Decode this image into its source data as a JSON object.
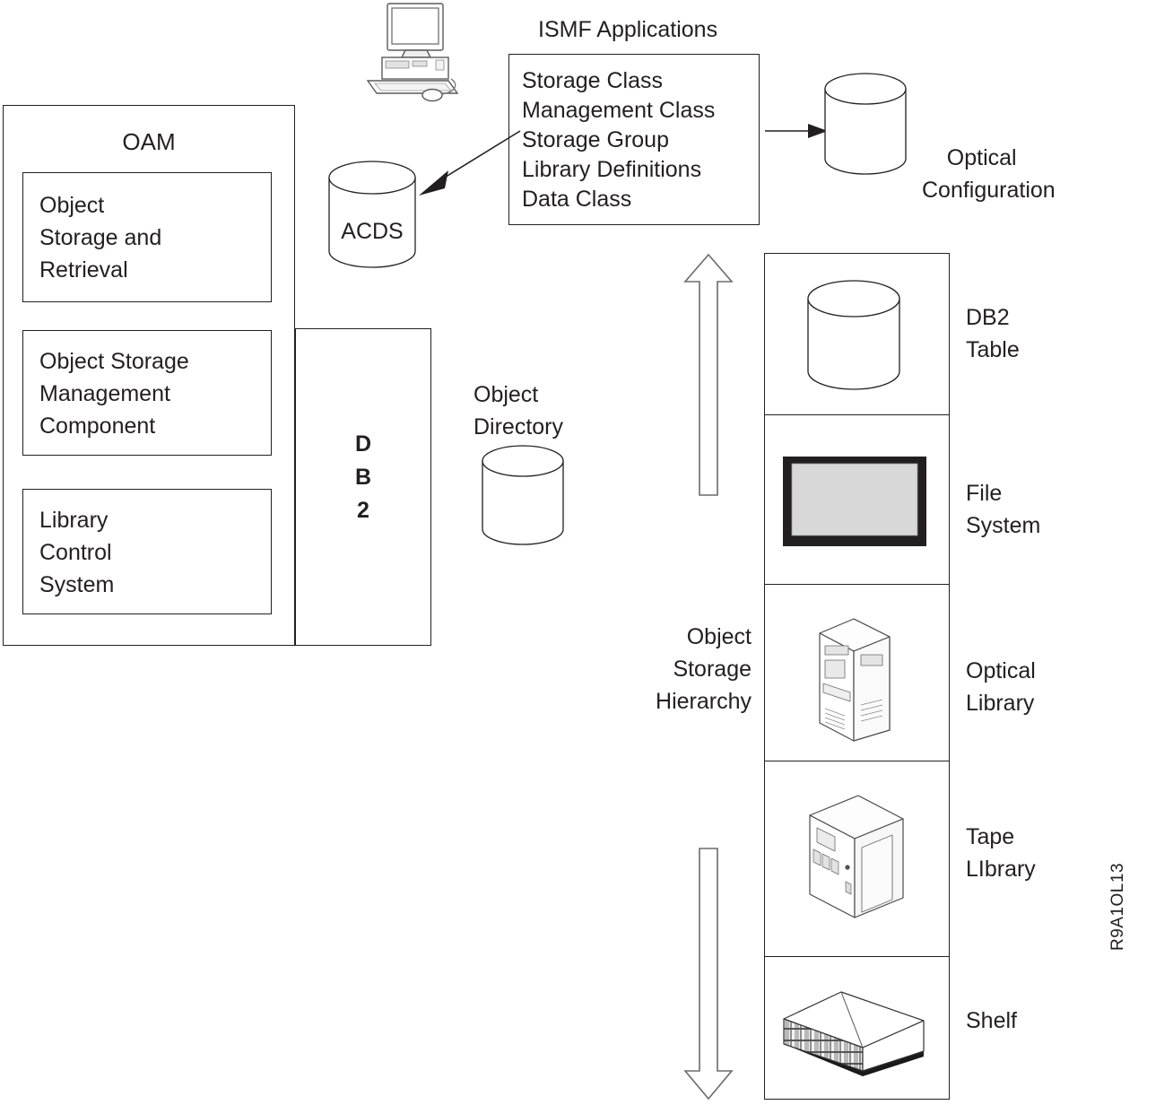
{
  "diagram": {
    "figure_code": "R9A1OL13",
    "headings": {
      "ismf_applications": "ISMF Applications",
      "oam": "OAM"
    },
    "oam_components": [
      {
        "label": "Object\nStorage and\nRetrieval",
        "name": "object-storage-and-retrieval"
      },
      {
        "label": "Object Storage\nManagement\nComponent",
        "name": "object-storage-management-component"
      },
      {
        "label": "Library\nControl\nSystem",
        "name": "library-control-system"
      }
    ],
    "db2_box_label": "D\nB\n2",
    "ismf_list": [
      "Storage Class",
      "Management Class",
      "Storage Group",
      "Library Definitions",
      "Data Class"
    ],
    "cylinders": {
      "acds": "ACDS",
      "optical_configuration": "Optical\nConfiguration",
      "object_directory": "Object\nDirectory"
    },
    "hierarchy": {
      "caption": "Object\nStorage\nHierarchy",
      "levels": [
        {
          "label": "DB2\nTable",
          "icon": "database-cylinder-icon",
          "name": "db2-table"
        },
        {
          "label": "File\nSystem",
          "icon": "file-system-slab-icon",
          "name": "file-system"
        },
        {
          "label": "Optical\nLibrary",
          "icon": "optical-library-icon",
          "name": "optical-library"
        },
        {
          "label": "Tape\nLIbrary",
          "icon": "tape-library-icon",
          "name": "tape-library"
        },
        {
          "label": "Shelf",
          "icon": "shelf-icon",
          "name": "shelf"
        }
      ]
    },
    "icons": {
      "workstation": "workstation-computer-icon",
      "arrow_up": "arrow-up-outline-icon",
      "arrow_down": "arrow-down-outline-icon",
      "arrow_to_acds": "arrow-to-acds-icon",
      "arrow_to_optical_config": "arrow-to-optical-config-icon"
    },
    "colors": {
      "stroke": "#231f20",
      "text": "#231f20",
      "fill_gray": "#d8d8d8",
      "background": "#ffffff"
    }
  }
}
